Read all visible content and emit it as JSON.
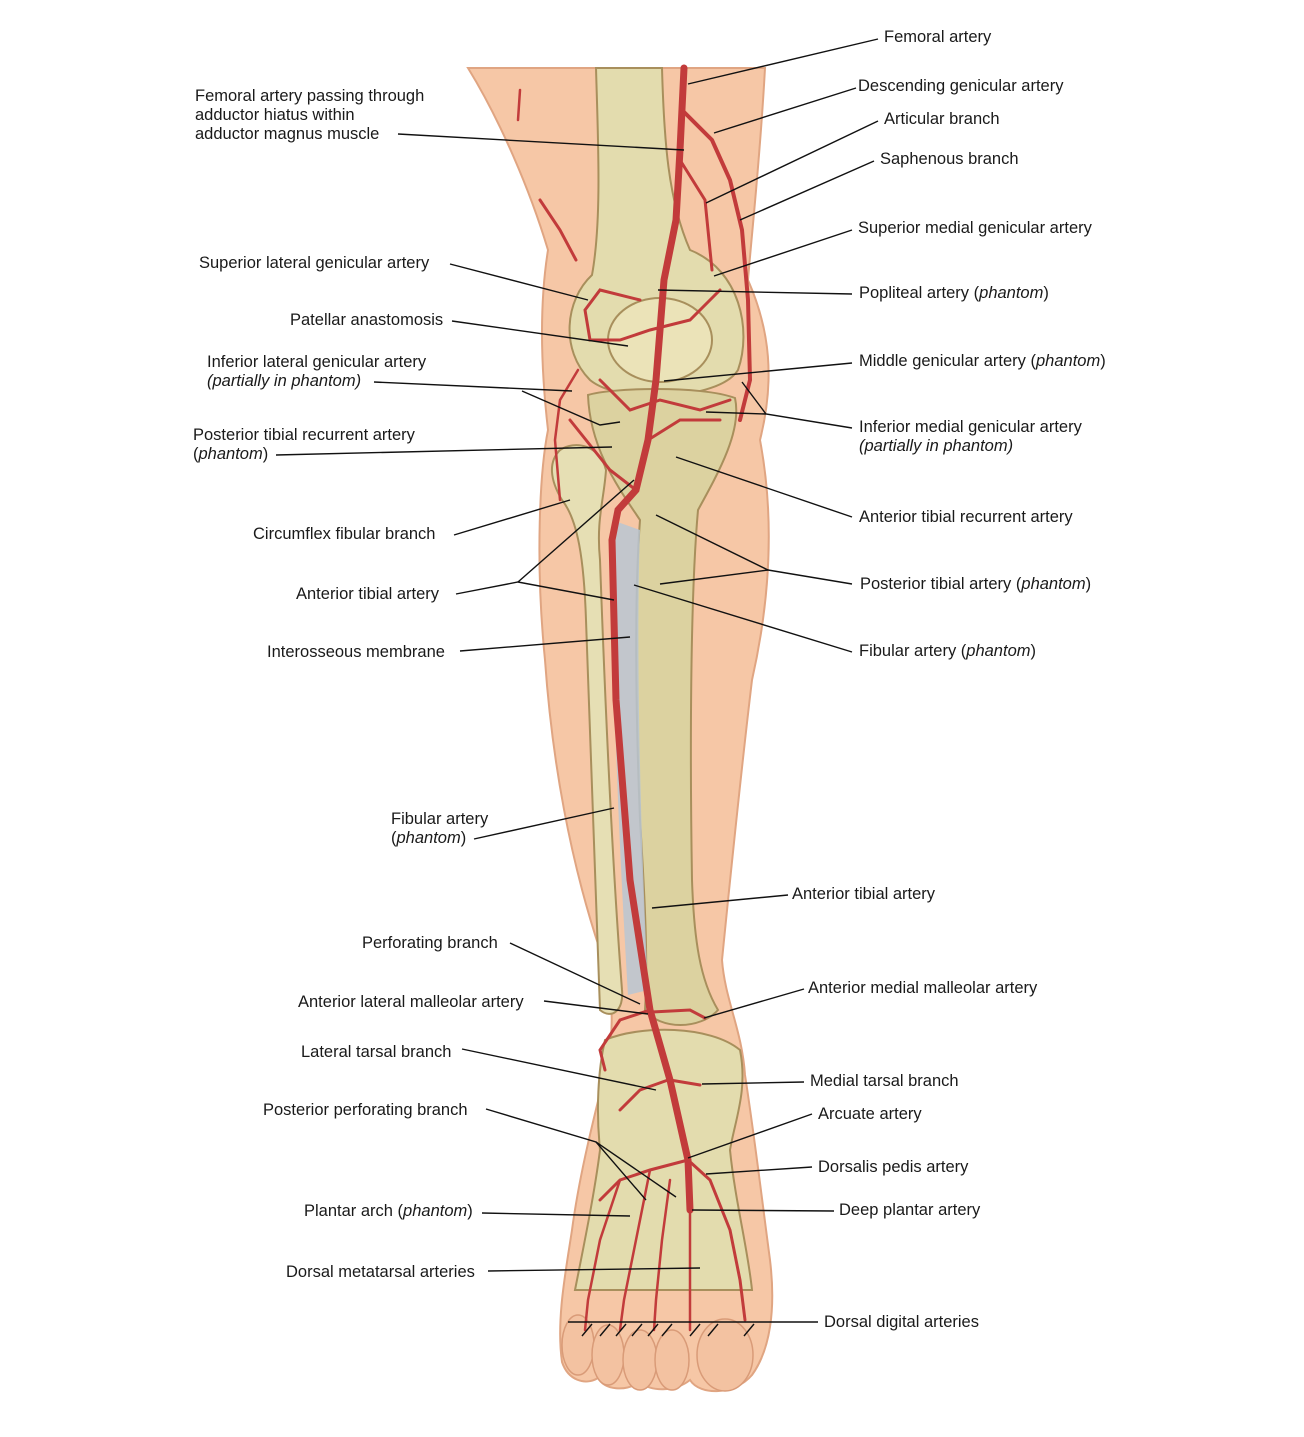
{
  "colors": {
    "skin": "#f6c7a6",
    "skin_edge": "#e0a582",
    "bone": "#e3dcae",
    "bone_dark": "#a88f5c",
    "artery": "#c23b3b",
    "membrane": "#b8c6d2",
    "leader": "#111111"
  },
  "labels": {
    "femoral_artery": "Femoral artery",
    "descending_genicular": "Descending genicular artery",
    "articular_branch": "Articular branch",
    "saphenous_branch": "Saphenous branch",
    "superior_medial_genicular": "Superior medial genicular artery",
    "popliteal_a": "Popliteal artery (",
    "popliteal_b": "phantom",
    "popliteal_c": ")",
    "middle_genicular_a": "Middle genicular artery (",
    "middle_genicular_b": "phantom",
    "middle_genicular_c": ")",
    "inf_medial_gen_1": "Inferior medial genicular artery",
    "inf_medial_gen_2": "(partially in phantom)",
    "ant_tib_recurrent": "Anterior tibial recurrent artery",
    "post_tibial_a": "Posterior tibial artery (",
    "post_tibial_b": "phantom",
    "post_tibial_c": ")",
    "fibular_right_a": "Fibular artery (",
    "fibular_right_b": "phantom",
    "fibular_right_c": ")",
    "femoral_hiatus_1": "Femoral artery passing through",
    "femoral_hiatus_2": "adductor hiatus within",
    "femoral_hiatus_3": "adductor magnus muscle",
    "sup_lat_genicular": "Superior lateral genicular artery",
    "patellar_anastomosis": "Patellar anastomosis",
    "inf_lat_gen_1": "Inferior lateral genicular artery",
    "inf_lat_gen_2": "(partially in phantom)",
    "post_tib_recurrent_1": "Posterior tibial recurrent artery",
    "post_tib_recurrent_2a": "(",
    "post_tib_recurrent_2b": "phantom",
    "post_tib_recurrent_2c": ")",
    "circumflex_fibular": "Circumflex fibular branch",
    "ant_tibial_left": "Anterior tibial artery",
    "interosseous": "Interosseous membrane",
    "fibular_left_1": "Fibular artery",
    "fibular_left_2a": "(",
    "fibular_left_2b": "phantom",
    "fibular_left_2c": ")",
    "ant_tibial_right": "Anterior tibial artery",
    "perforating_branch": "Perforating branch",
    "ant_medial_malleolar": "Anterior medial malleolar artery",
    "ant_lateral_malleolar": "Anterior lateral malleolar artery",
    "lateral_tarsal": "Lateral tarsal branch",
    "medial_tarsal": "Medial tarsal branch",
    "post_perforating": "Posterior perforating branch",
    "arcuate": "Arcuate artery",
    "dorsalis_pedis": "Dorsalis pedis artery",
    "plantar_arch_a": "Plantar arch (",
    "plantar_arch_b": "phantom",
    "plantar_arch_c": ")",
    "deep_plantar": "Deep plantar artery",
    "dorsal_metatarsal": "Dorsal metatarsal arteries",
    "dorsal_digital": "Dorsal digital arteries"
  }
}
